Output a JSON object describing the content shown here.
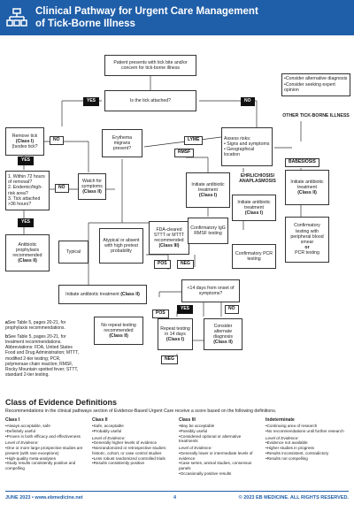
{
  "header": {
    "title_line1": "Clinical Pathway for Urgent Care Management",
    "title_line2": "of Tick-Borne Illness",
    "logo_icon": "flowchart-icon",
    "color": "#1f5ea8"
  },
  "flow": {
    "start": "Patient presents with tick bite and/or concern for tick-borne illness",
    "attached_q": "Is the tick attached?",
    "yes": "YES",
    "no": "NO",
    "remove_tick": [
      "Remove tick",
      "(Class I)",
      "(Isodes tick?"
    ],
    "erythema": [
      "Erythema",
      "migrans",
      "present?"
    ],
    "lyme": "LYME",
    "rmsf": "RMSF",
    "assess_risks": [
      "Assess risks:",
      "Signs and symptoms",
      "Geographical location"
    ],
    "other_bullets": [
      "Consider alternative diagnosis",
      "Consider seeking expert opinion"
    ],
    "other_label": "OTHER TICK-BORNE ILLNESS",
    "babesiosis": "BABESIOSIS",
    "criteria": [
      "1. Within 72 hours of removal?",
      "2. Endemic/high-risk area?",
      "3. Tick attached >36 hours?"
    ],
    "watch": [
      "Watch for symptoms",
      "(Class II)"
    ],
    "rmsf_treat": [
      "Initiate antibiotic treatment",
      "(Class I)"
    ],
    "ehrlichiosis": "EHRLICHIOSIS/ ANAPLASMOSIS",
    "ehr_treat": [
      "Initiate antibiotic treatment",
      "(Class I)"
    ],
    "bab_treat": [
      "Initiate antibiotic treatment",
      "(Class II)"
    ],
    "prophylaxis": [
      "Antibiotic prophylaxis recommended",
      "(Class II)"
    ],
    "typical": "Typical",
    "atypical": [
      "Atypical or absent with high pretest probability"
    ],
    "fda": [
      "FDA-cleared STTT or MTTT recommended",
      "(Class III)"
    ],
    "igg": [
      "Confirmatory IgG RMSF testing"
    ],
    "pcr": [
      "Confirmatory PCR testing"
    ],
    "bab_conf": [
      "Confirmatory testing with peripheral blood smear",
      "or",
      "PCR testing"
    ],
    "pos": "POS",
    "neg": "NEG",
    "initiate_main": [
      "Initiate antibiotic treatment",
      "(Class II)"
    ],
    "fourteen_q": [
      "<14 days from onset of symptoms?"
    ],
    "no_repeat": [
      "No repeat testing recommended",
      "(Class II)"
    ],
    "repeat": [
      "Repeat testing in 14 days",
      "(Class I)"
    ],
    "alt_dx": [
      "Consider alternate diagnosis",
      "(Class II)"
    ]
  },
  "notes": {
    "n1": "See Table 5, pages 20-21, for prophylaxis recommendations.",
    "n2": "See Table 5, pages 20-21, for treatment recommendations.",
    "abbrev": "Abbreviations: FDA, United States Food and Drug Administration; MTTT, modified 2-tier testing; PCR, polymerase chain reaction; RMSF, Rocky Mountain spotted fever; STTT, standard 2-tier testing."
  },
  "coe": {
    "title": "Class of Evidence Definitions",
    "subtitle": "Recommendations in the clinical pathways section of Evidence-Based Urgent Care receive a score based on the following definitions.",
    "cols": [
      {
        "h": "Class I",
        "items": [
          "Always acceptable, safe",
          "Definitely useful",
          "Proven in both efficacy and effectiveness"
        ],
        "le": "Level of Evidence:",
        "items2": [
          "One or more large prospective studies are present (with rare exceptions)",
          "High-quality meta-analyses",
          "Study results consistently positive and compelling"
        ]
      },
      {
        "h": "Class II",
        "items": [
          "Safe, acceptable",
          "Probably useful"
        ],
        "le": "Level of Evidence:",
        "items2": [
          "Generally higher levels of evidence",
          "Nonrandomized or retrospective studies: historic, cohort, or case control studies",
          "Less robust randomized controlled trials",
          "Results consistently positive"
        ]
      },
      {
        "h": "Class III",
        "items": [
          "May be acceptable",
          "Possibly useful",
          "Considered optional or alternative treatments"
        ],
        "le": "Level of Evidence:",
        "items2": [
          "Generally lower or intermediate levels of evidence",
          "Case series, animal studies, consensus panels",
          "Occasionally positive results"
        ]
      },
      {
        "h": "Indeterminate",
        "items": [
          "Continuing area of research",
          "No recommendations until further research"
        ],
        "le": "Level of Evidence:",
        "items2": [
          "Evidence not available",
          "Higher studies in progress",
          "Results inconsistent, contradictory",
          "Results not compelling"
        ]
      }
    ]
  },
  "footer": {
    "left": "JUNE 2023 • www.ebmedicine.net",
    "page": "4",
    "right": "© 2023 EB MEDICINE. ALL RIGHTS RESERVED."
  }
}
